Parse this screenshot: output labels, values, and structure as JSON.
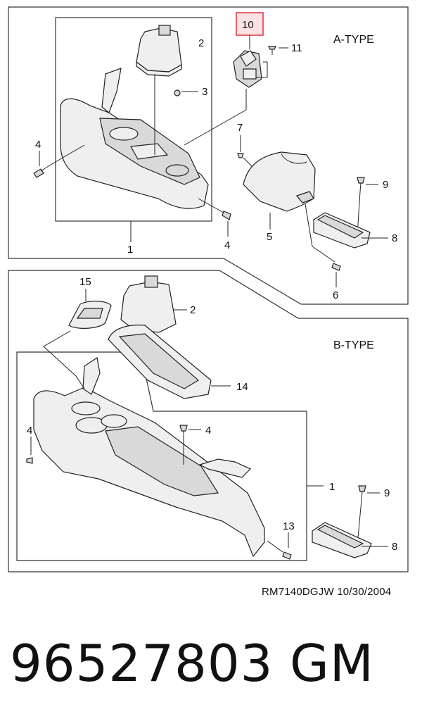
{
  "sections": {
    "a_type": "A-TYPE",
    "b_type": "B-TYPE"
  },
  "callouts": {
    "a": {
      "c2": "2",
      "c3": "3",
      "c4_left": "4",
      "c4_bottom": "4",
      "c1": "1",
      "c10": "10",
      "c11": "11",
      "c7": "7",
      "c5": "5",
      "c9": "9",
      "c8": "8",
      "c6": "6"
    },
    "b": {
      "c15": "15",
      "c2": "2",
      "c14": "14",
      "c4_left": "4",
      "c4_mid": "4",
      "c1": "1",
      "c9": "9",
      "c13": "13",
      "c8": "8"
    }
  },
  "highlight_color": "#e03040",
  "footer": {
    "reference": "RM7140DGJW  10/30/2004",
    "part_number": "96527803",
    "brand": "GM"
  }
}
